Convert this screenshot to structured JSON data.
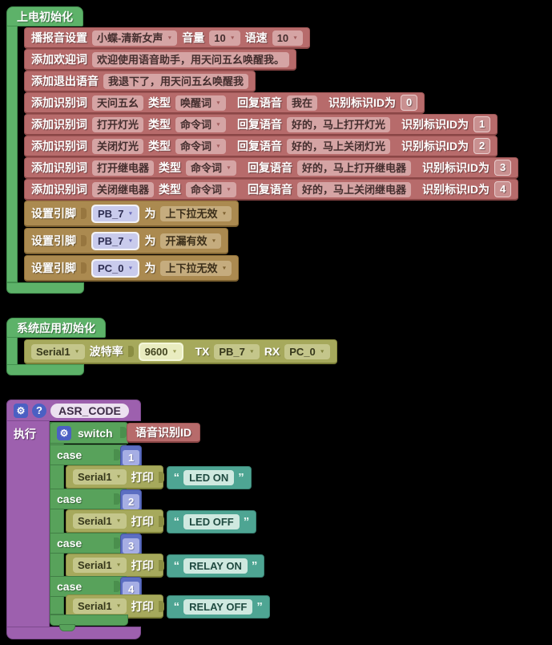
{
  "colors": {
    "background": "#000000",
    "event_green": "#5db269",
    "asr_red": "#b76b6b",
    "pin_tan": "#ab8a50",
    "serial_olive": "#a6a95c",
    "function_purple": "#9d60ae",
    "control_green": "#58a25b",
    "number_blue": "#5c6ec2",
    "string_teal": "#4ea593",
    "icon_blue": "#4b60c3"
  },
  "icons": {
    "gear": "⚙",
    "help": "?"
  },
  "s1": {
    "hat": "上电初始化",
    "r0": {
      "l0": "播报音设置",
      "d0": "小蝶-清新女声",
      "l1": "音量",
      "d1": "10",
      "l2": "语速",
      "d2": "10"
    },
    "r1": {
      "l0": "添加欢迎词",
      "f0": "欢迎使用语音助手，用天问五幺唤醒我。"
    },
    "r2": {
      "l0": "添加退出语音",
      "f0": "我退下了，用天问五幺唤醒我"
    },
    "r3": {
      "l0": "添加识别词",
      "f0": "天问五幺",
      "l1": "类型",
      "d0": "唤醒词",
      "l2": "回复语音",
      "f1": "我在",
      "l3": "识别标识ID为",
      "n0": "0"
    },
    "r4": {
      "l0": "添加识别词",
      "f0": "打开灯光",
      "l1": "类型",
      "d0": "命令词",
      "l2": "回复语音",
      "f1": "好的，马上打开灯光",
      "l3": "识别标识ID为",
      "n0": "1"
    },
    "r5": {
      "l0": "添加识别词",
      "f0": "关闭灯光",
      "l1": "类型",
      "d0": "命令词",
      "l2": "回复语音",
      "f1": "好的，马上关闭灯光",
      "l3": "识别标识ID为",
      "n0": "2"
    },
    "r6": {
      "l0": "添加识别词",
      "f0": "打开继电器",
      "l1": "类型",
      "d0": "命令词",
      "l2": "回复语音",
      "f1": "好的，马上打开继电器",
      "l3": "识别标识ID为",
      "n0": "3"
    },
    "r7": {
      "l0": "添加识别词",
      "f0": "关闭继电器",
      "l1": "类型",
      "d0": "命令词",
      "l2": "回复语音",
      "f1": "好的，马上关闭继电器",
      "l3": "识别标识ID为",
      "n0": "4"
    },
    "t0": {
      "l0": "设置引脚",
      "pin": "PB_7",
      "l1": "为",
      "d0": "上下拉无效"
    },
    "t1": {
      "l0": "设置引脚",
      "pin": "PB_7",
      "l1": "为",
      "d0": "开漏有效"
    },
    "t2": {
      "l0": "设置引脚",
      "pin": "PC_0",
      "l1": "为",
      "d0": "上下拉无效"
    }
  },
  "s2": {
    "hat": "系统应用初始化",
    "r0": {
      "d0": "Serial1",
      "l0": "波特率",
      "d1": "9600",
      "l1": "TX",
      "d2": "PB_7",
      "l2": "RX",
      "d3": "PC_0"
    }
  },
  "s3": {
    "name": "ASR_CODE",
    "exec": "执行",
    "switch_kw": "switch",
    "switch_arg": "语音识别ID",
    "cases": [
      {
        "kw": "case",
        "value": "1",
        "serial": "Serial1",
        "print_label": "打印",
        "open_quote": "“",
        "text": "LED ON",
        "close_quote": "”"
      },
      {
        "kw": "case",
        "value": "2",
        "serial": "Serial1",
        "print_label": "打印",
        "open_quote": "“",
        "text": "LED OFF",
        "close_quote": "”"
      },
      {
        "kw": "case",
        "value": "3",
        "serial": "Serial1",
        "print_label": "打印",
        "open_quote": "“",
        "text": "RELAY ON",
        "close_quote": "”"
      },
      {
        "kw": "case",
        "value": "4",
        "serial": "Serial1",
        "print_label": "打印",
        "open_quote": "“",
        "text": "RELAY OFF",
        "close_quote": "”"
      }
    ]
  }
}
